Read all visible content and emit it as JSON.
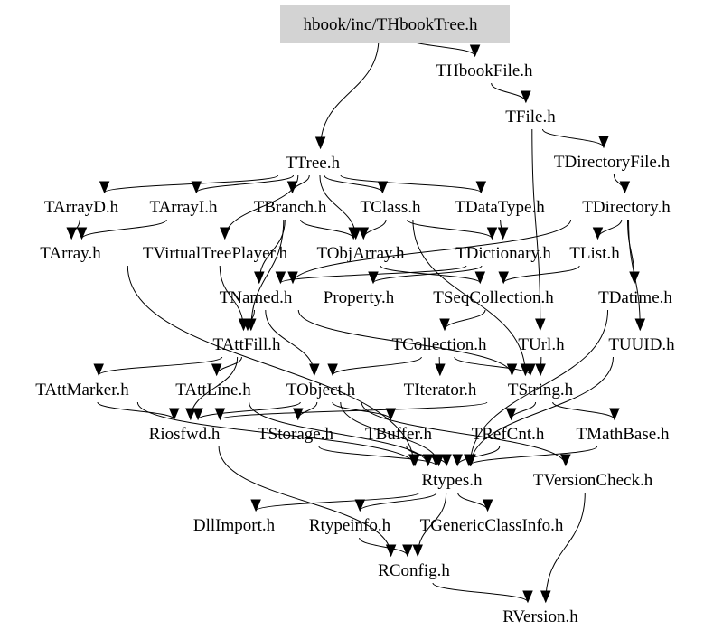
{
  "diagram": {
    "title": "hbook/inc/THbookTree.h include dependency graph",
    "root_fill": "#d3d3d3",
    "nodes": [
      {
        "id": "THbookTree",
        "label": "hbook/inc/THbookTree.h",
        "root": true
      },
      {
        "id": "THbookFile",
        "label": "THbookFile.h"
      },
      {
        "id": "TFile",
        "label": "TFile.h"
      },
      {
        "id": "TDirectoryFile",
        "label": "TDirectoryFile.h"
      },
      {
        "id": "TTree",
        "label": "TTree.h"
      },
      {
        "id": "TArrayD",
        "label": "TArrayD.h"
      },
      {
        "id": "TArrayI",
        "label": "TArrayI.h"
      },
      {
        "id": "TBranch",
        "label": "TBranch.h"
      },
      {
        "id": "TClass",
        "label": "TClass.h"
      },
      {
        "id": "TDataType",
        "label": "TDataType.h"
      },
      {
        "id": "TDirectory",
        "label": "TDirectory.h"
      },
      {
        "id": "TArray",
        "label": "TArray.h"
      },
      {
        "id": "TVirtualTreePlayer",
        "label": "TVirtualTreePlayer.h"
      },
      {
        "id": "TObjArray",
        "label": "TObjArray.h"
      },
      {
        "id": "TDictionary",
        "label": "TDictionary.h"
      },
      {
        "id": "TList",
        "label": "TList.h"
      },
      {
        "id": "TNamed",
        "label": "TNamed.h"
      },
      {
        "id": "Property",
        "label": "Property.h"
      },
      {
        "id": "TSeqCollection",
        "label": "TSeqCollection.h"
      },
      {
        "id": "TDatime",
        "label": "TDatime.h"
      },
      {
        "id": "TAttFill",
        "label": "TAttFill.h"
      },
      {
        "id": "TCollection",
        "label": "TCollection.h"
      },
      {
        "id": "TUrl",
        "label": "TUrl.h"
      },
      {
        "id": "TUUID",
        "label": "TUUID.h"
      },
      {
        "id": "TAttMarker",
        "label": "TAttMarker.h"
      },
      {
        "id": "TAttLine",
        "label": "TAttLine.h"
      },
      {
        "id": "TObject",
        "label": "TObject.h"
      },
      {
        "id": "TIterator",
        "label": "TIterator.h"
      },
      {
        "id": "TString",
        "label": "TString.h"
      },
      {
        "id": "Riosfwd",
        "label": "Riosfwd.h"
      },
      {
        "id": "TStorage",
        "label": "TStorage.h"
      },
      {
        "id": "TBuffer",
        "label": "TBuffer.h"
      },
      {
        "id": "TRefCnt",
        "label": "TRefCnt.h"
      },
      {
        "id": "TMathBase",
        "label": "TMathBase.h"
      },
      {
        "id": "Rtypes",
        "label": "Rtypes.h"
      },
      {
        "id": "TVersionCheck",
        "label": "TVersionCheck.h"
      },
      {
        "id": "DllImport",
        "label": "DllImport.h"
      },
      {
        "id": "Rtypeinfo",
        "label": "Rtypeinfo.h"
      },
      {
        "id": "TGenericClassInfo",
        "label": "TGenericClassInfo.h"
      },
      {
        "id": "RConfig",
        "label": "RConfig.h"
      },
      {
        "id": "RVersion",
        "label": "RVersion.h"
      }
    ],
    "edges": [
      [
        "THbookTree",
        "TTree"
      ],
      [
        "THbookTree",
        "THbookFile"
      ],
      [
        "THbookFile",
        "TFile"
      ],
      [
        "TFile",
        "TDirectoryFile"
      ],
      [
        "TFile",
        "TUrl"
      ],
      [
        "TDirectoryFile",
        "TDirectory"
      ],
      [
        "TTree",
        "TArrayD"
      ],
      [
        "TTree",
        "TArrayI"
      ],
      [
        "TTree",
        "TBranch"
      ],
      [
        "TTree",
        "TClass"
      ],
      [
        "TTree",
        "TDataType"
      ],
      [
        "TTree",
        "TObjArray"
      ],
      [
        "TTree",
        "TVirtualTreePlayer"
      ],
      [
        "TArrayD",
        "TArray"
      ],
      [
        "TArrayI",
        "TArray"
      ],
      [
        "TBranch",
        "TObjArray"
      ],
      [
        "TBranch",
        "TNamed"
      ],
      [
        "TBranch",
        "TAttFill"
      ],
      [
        "TClass",
        "TObjArray"
      ],
      [
        "TClass",
        "TDictionary"
      ],
      [
        "TClass",
        "TString"
      ],
      [
        "TDataType",
        "TDictionary"
      ],
      [
        "TDirectory",
        "TList"
      ],
      [
        "TDirectory",
        "TDatime"
      ],
      [
        "TDirectory",
        "TUUID"
      ],
      [
        "TDirectory",
        "TNamed"
      ],
      [
        "TVirtualTreePlayer",
        "TAttFill"
      ],
      [
        "TObjArray",
        "TSeqCollection"
      ],
      [
        "TDictionary",
        "TNamed"
      ],
      [
        "TDictionary",
        "Property"
      ],
      [
        "TList",
        "TSeqCollection"
      ],
      [
        "TSeqCollection",
        "TCollection"
      ],
      [
        "TNamed",
        "TObject"
      ],
      [
        "TNamed",
        "TString"
      ],
      [
        "TNamed",
        "TAttFill"
      ],
      [
        "TAttFill",
        "TAttMarker"
      ],
      [
        "TAttFill",
        "TAttLine"
      ],
      [
        "TAttFill",
        "Riosfwd"
      ],
      [
        "TCollection",
        "TObject"
      ],
      [
        "TCollection",
        "TIterator"
      ],
      [
        "TCollection",
        "TString"
      ],
      [
        "TUrl",
        "TString"
      ],
      [
        "TObject",
        "TStorage"
      ],
      [
        "TObject",
        "TBuffer"
      ],
      [
        "TObject",
        "Riosfwd"
      ],
      [
        "TObject",
        "Rtypes"
      ],
      [
        "TObject",
        "TVersionCheck"
      ],
      [
        "TString",
        "TRefCnt"
      ],
      [
        "TString",
        "TMathBase"
      ],
      [
        "TString",
        "Riosfwd"
      ],
      [
        "TArray",
        "Rtypes"
      ],
      [
        "TAttMarker",
        "Rtypes"
      ],
      [
        "TAttLine",
        "Rtypes"
      ],
      [
        "TAttMarker",
        "Riosfwd"
      ],
      [
        "TStorage",
        "Rtypes"
      ],
      [
        "TBuffer",
        "Rtypes"
      ],
      [
        "TRefCnt",
        "Rtypes"
      ],
      [
        "TMathBase",
        "Rtypes"
      ],
      [
        "TUUID",
        "Rtypes"
      ],
      [
        "TDatime",
        "Rtypes"
      ],
      [
        "Rtypes",
        "DllImport"
      ],
      [
        "Rtypes",
        "Rtypeinfo"
      ],
      [
        "Rtypes",
        "TGenericClassInfo"
      ],
      [
        "Rtypes",
        "RConfig"
      ],
      [
        "Rtypeinfo",
        "RConfig"
      ],
      [
        "Riosfwd",
        "RConfig"
      ],
      [
        "TVersionCheck",
        "RVersion"
      ],
      [
        "RConfig",
        "RVersion"
      ]
    ]
  }
}
